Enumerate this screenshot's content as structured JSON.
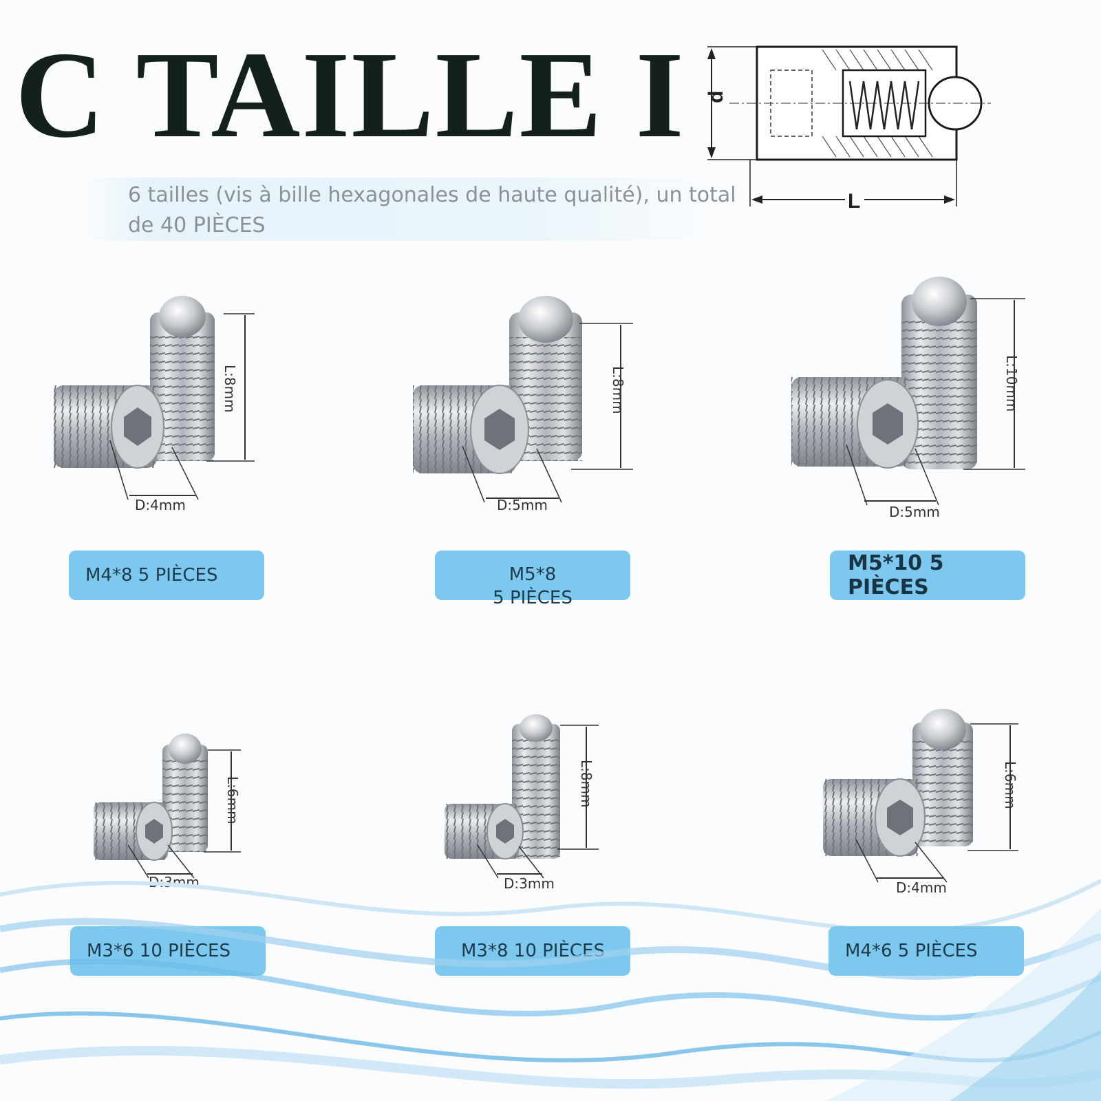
{
  "title": "C TAILLE I",
  "subtitle": "6 tailles (vis à bille hexagonales de haute qualité), un total de 40 PIÈCES",
  "diagram": {
    "dim_d": "d",
    "dim_L": "L"
  },
  "products": [
    {
      "id": "m4x8",
      "length_label": "L:8mm",
      "diameter_label": "D:4mm",
      "label": "M4*8 5 PIÈCES"
    },
    {
      "id": "m5x8",
      "length_label": "L:8mm",
      "diameter_label": "D:5mm",
      "label_line1": "M5*8",
      "label_line2": "5 PIÈCES"
    },
    {
      "id": "m5x10",
      "length_label": "L:10mm",
      "diameter_label": "D:5mm",
      "label": "M5*10 5 PIÈCES"
    },
    {
      "id": "m3x6",
      "length_label": "L:6mm",
      "diameter_label": "D:3mm",
      "label": "M3*6 10 PIÈCES"
    },
    {
      "id": "m3x8",
      "length_label": "L:8mm",
      "diameter_label": "D:3mm",
      "label": "M3*8 10 PIÈCES"
    },
    {
      "id": "m4x6",
      "length_label": "L:6mm",
      "diameter_label": "D:4mm",
      "label": "M4*6 5 PIÈCES"
    }
  ],
  "colors": {
    "label_bg": "#7cc8ef",
    "title": "#14201c",
    "steel": "#b8bcc2"
  }
}
